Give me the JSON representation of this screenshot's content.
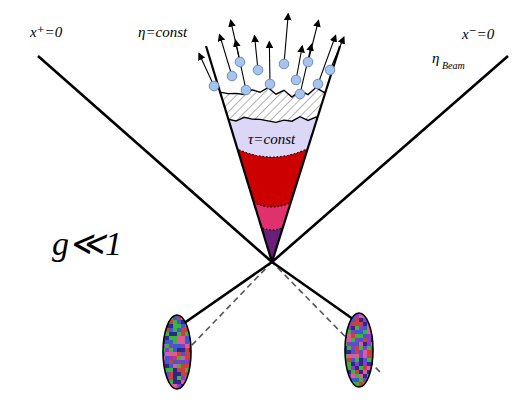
{
  "diagram": {
    "labels": [
      "x⁺=0",
      "η=const",
      "x⁻=0",
      "η",
      "Beam",
      "τ=const",
      "g≪1"
    ]
  }
}
